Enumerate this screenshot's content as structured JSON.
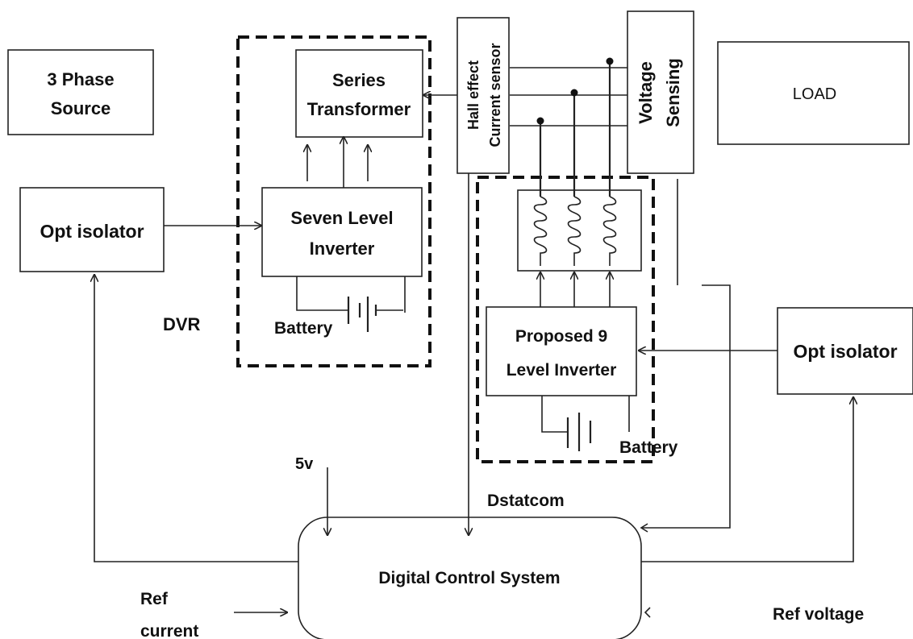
{
  "blocks": {
    "source": [
      "3 Phase",
      "Source"
    ],
    "series_transformer": [
      "Series",
      "Transformer"
    ],
    "hall_sensor": [
      "Hall effect",
      "Current sensor"
    ],
    "voltage_sensing": [
      "Voltage",
      "Sensing"
    ],
    "load": "LOAD",
    "opt_isolator_left": "Opt isolator",
    "seven_level_inverter": [
      "Seven Level",
      "Inverter"
    ],
    "nine_level_inverter": [
      "Proposed 9",
      "Level Inverter"
    ],
    "opt_isolator_right": "Opt isolator",
    "digital_control": "Digital Control System"
  },
  "labels": {
    "dvr": "DVR",
    "battery_left": "Battery",
    "battery_right": "Battery",
    "five_volt": "5v",
    "dstatcom": "Dstatcom",
    "ref_current": [
      "Ref",
      "current"
    ],
    "ref_voltage": "Ref voltage"
  }
}
